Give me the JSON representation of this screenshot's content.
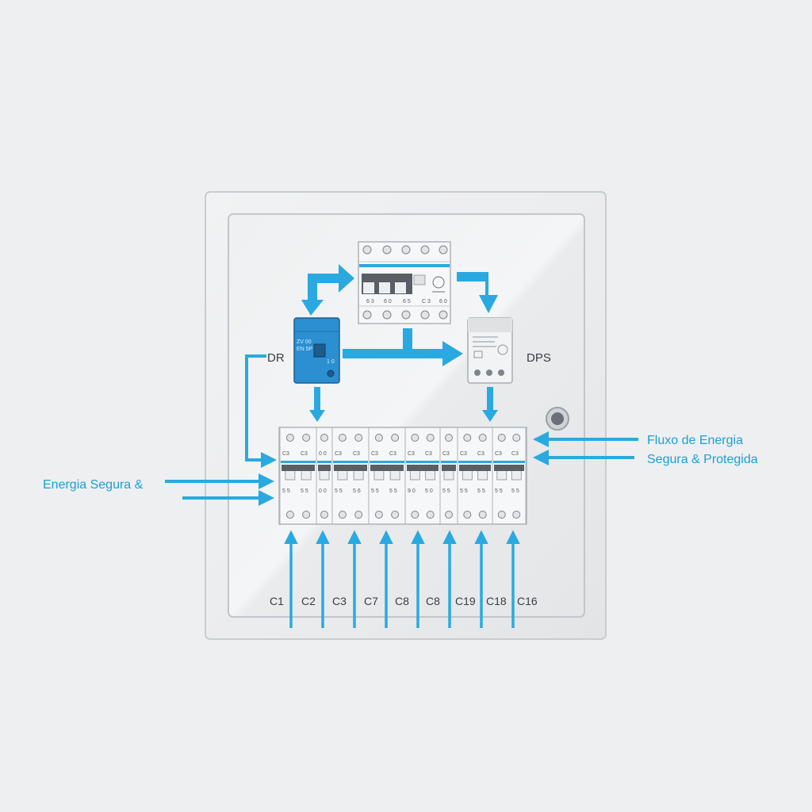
{
  "labels": {
    "dr": "DR",
    "dps": "DPS",
    "left_caption": "Energia Segura &",
    "right_caption_line1": "Fluxo de Energia",
    "right_caption_line2": "Segura & Protegida"
  },
  "main_breaker": {
    "ratings": [
      "6 3",
      "6 0",
      "6 5",
      "C 3",
      "6 0"
    ]
  },
  "breakers": [
    {
      "top": "C3",
      "top2": "C3",
      "bottom": "5 5",
      "bottom2": "5 5"
    },
    {
      "top": "0 0",
      "bottom": "0 0"
    },
    {
      "top": "C3",
      "top2": "C3",
      "bottom": "5 5",
      "bottom2": "5 6"
    },
    {
      "top": "C3",
      "top2": "C3",
      "bottom": "5 5",
      "bottom2": "5 5"
    },
    {
      "top": "C3",
      "top2": "C3",
      "bottom": "9 0",
      "bottom2": "5 0"
    },
    {
      "top": "C3",
      "bottom": "5 5"
    },
    {
      "top": "C3",
      "top2": "C3",
      "bottom": "5 5",
      "bottom2": "5 5"
    },
    {
      "top": "C3",
      "top2": "C3",
      "bottom": "5 5",
      "bottom2": "5 5"
    }
  ],
  "circuits": [
    "C1",
    "C2",
    "C3",
    "C7",
    "C8",
    "C8",
    "C19",
    "C18",
    "C16"
  ],
  "dr_device": {
    "text1": "ZV 00",
    "text2": "EN 5P",
    "text3": "1 0"
  },
  "colors": {
    "accent": "#2aa9e0",
    "dr_body": "#2b8fd1",
    "panel": "#e9ebed"
  }
}
